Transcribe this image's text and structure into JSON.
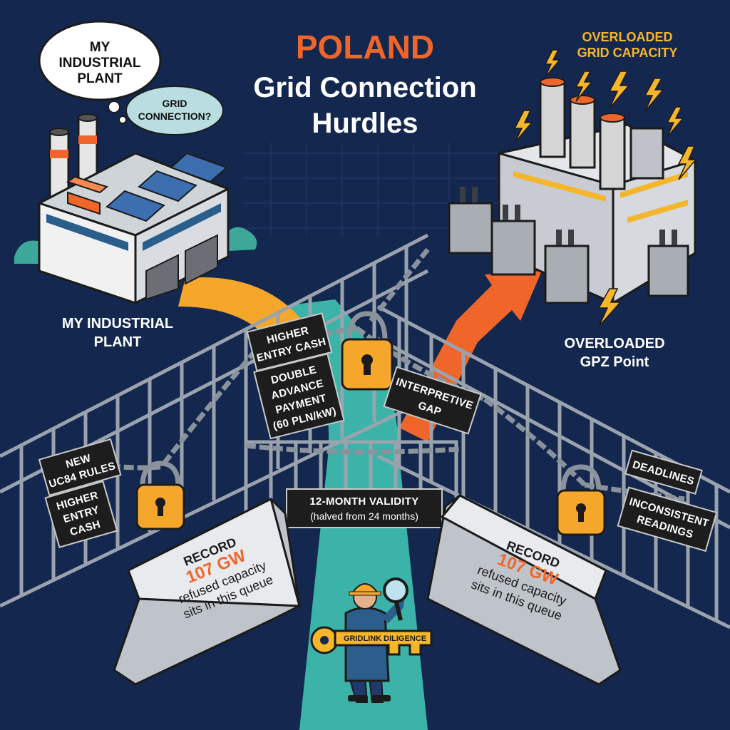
{
  "title": {
    "country": "POLAND",
    "line1": "Grid Connection",
    "line2": "Hurdles"
  },
  "thought_bubble": {
    "main_line1": "MY",
    "main_line2": "INDUSTRIAL",
    "main_line3": "PLANT",
    "small_line1": "GRID",
    "small_line2": "CONNECTION?"
  },
  "plant_label": {
    "line1": "MY INDUSTRIAL",
    "line2": "PLANT"
  },
  "grid_capacity_label": {
    "line1": "OVERLOADED",
    "line2": "GRID CAPACITY"
  },
  "gpz_label": {
    "line1": "OVERLOADED",
    "line2": "GPZ Point"
  },
  "signs": {
    "higher_entry_top": {
      "line1": "HIGHER",
      "line2": "ENTRY CASH"
    },
    "double_advance": {
      "line1": "DOUBLE",
      "line2": "ADVANCE",
      "line3": "PAYMENT",
      "line4": "(60 PLN/kW)"
    },
    "interpretive_gap": {
      "line1": "INTERPRETIVE",
      "line2": "GAP"
    },
    "new_rules": {
      "line1": "NEW",
      "line2": "UC84 RULES"
    },
    "higher_entry_left": {
      "line1": "HIGHER",
      "line2": "ENTRY",
      "line3": "CASH"
    },
    "deadlines": {
      "line1": "DEADLINES"
    },
    "inconsistent": {
      "line1": "INCONSISTENT",
      "line2": "READINGS"
    },
    "validity": {
      "line1": "12-MONTH VALIDITY",
      "line2": "(halved from 24 months)"
    }
  },
  "barrier_left": {
    "line1": "RECORD",
    "line2": "107 GW",
    "line3": "refused capacity",
    "line4": "sits in this queue"
  },
  "barrier_right": {
    "line1": "RECORD",
    "line2": "107 GW",
    "line3": "refused capacity",
    "line4": "sits in this queue"
  },
  "key_label": "GRIDLINK DILIGENCE",
  "colors": {
    "background": "#14284f",
    "accent_orange": "#f0662a",
    "accent_yellow": "#f5b62c",
    "teal_path": "#3bb3a8",
    "sign_bg": "#1d1d1d",
    "fence": "#9aa3ad"
  }
}
